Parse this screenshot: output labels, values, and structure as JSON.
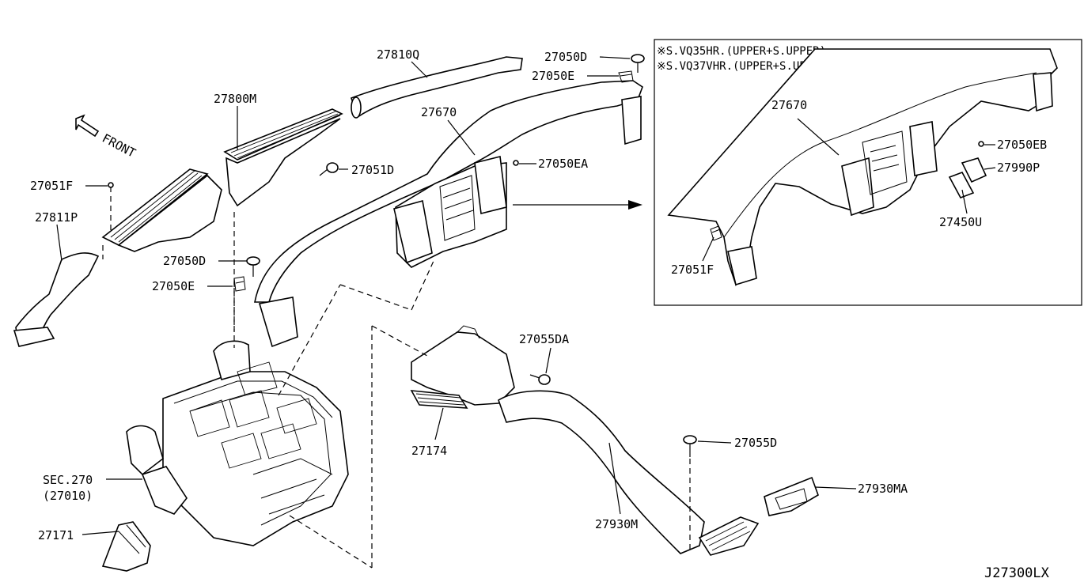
{
  "diagram": {
    "drawing_code": "J27300LX",
    "front_label": "FRONT",
    "inset_notes": [
      "※S.VQ35HR.(UPPER+S.UPPER)",
      "※S.VQ37VHR.(UPPER+S.UPPER)"
    ],
    "labels": {
      "p27810Q": "27810Q",
      "p27050D_top": "27050D",
      "p27050E_top": "27050E",
      "p27800M": "27800M",
      "p27670": "27670",
      "p27051D": "27051D",
      "p27050EA": "27050EA",
      "p27051F": "27051F",
      "p27811P": "27811P",
      "p27050D_mid": "27050D",
      "p27050E_mid": "27050E",
      "p27055DA": "27055DA",
      "p27174": "27174",
      "p27055D": "27055D",
      "p27930MA": "27930MA",
      "p27930M": "27930M",
      "sec270": "SEC.270",
      "sec270_sub": "(27010)",
      "p27171": "27171",
      "inset_27670": "27670",
      "inset_27050EB": "27050EB",
      "inset_27990P": "27990P",
      "inset_27450U": "27450U",
      "inset_27051F": "27051F"
    }
  }
}
